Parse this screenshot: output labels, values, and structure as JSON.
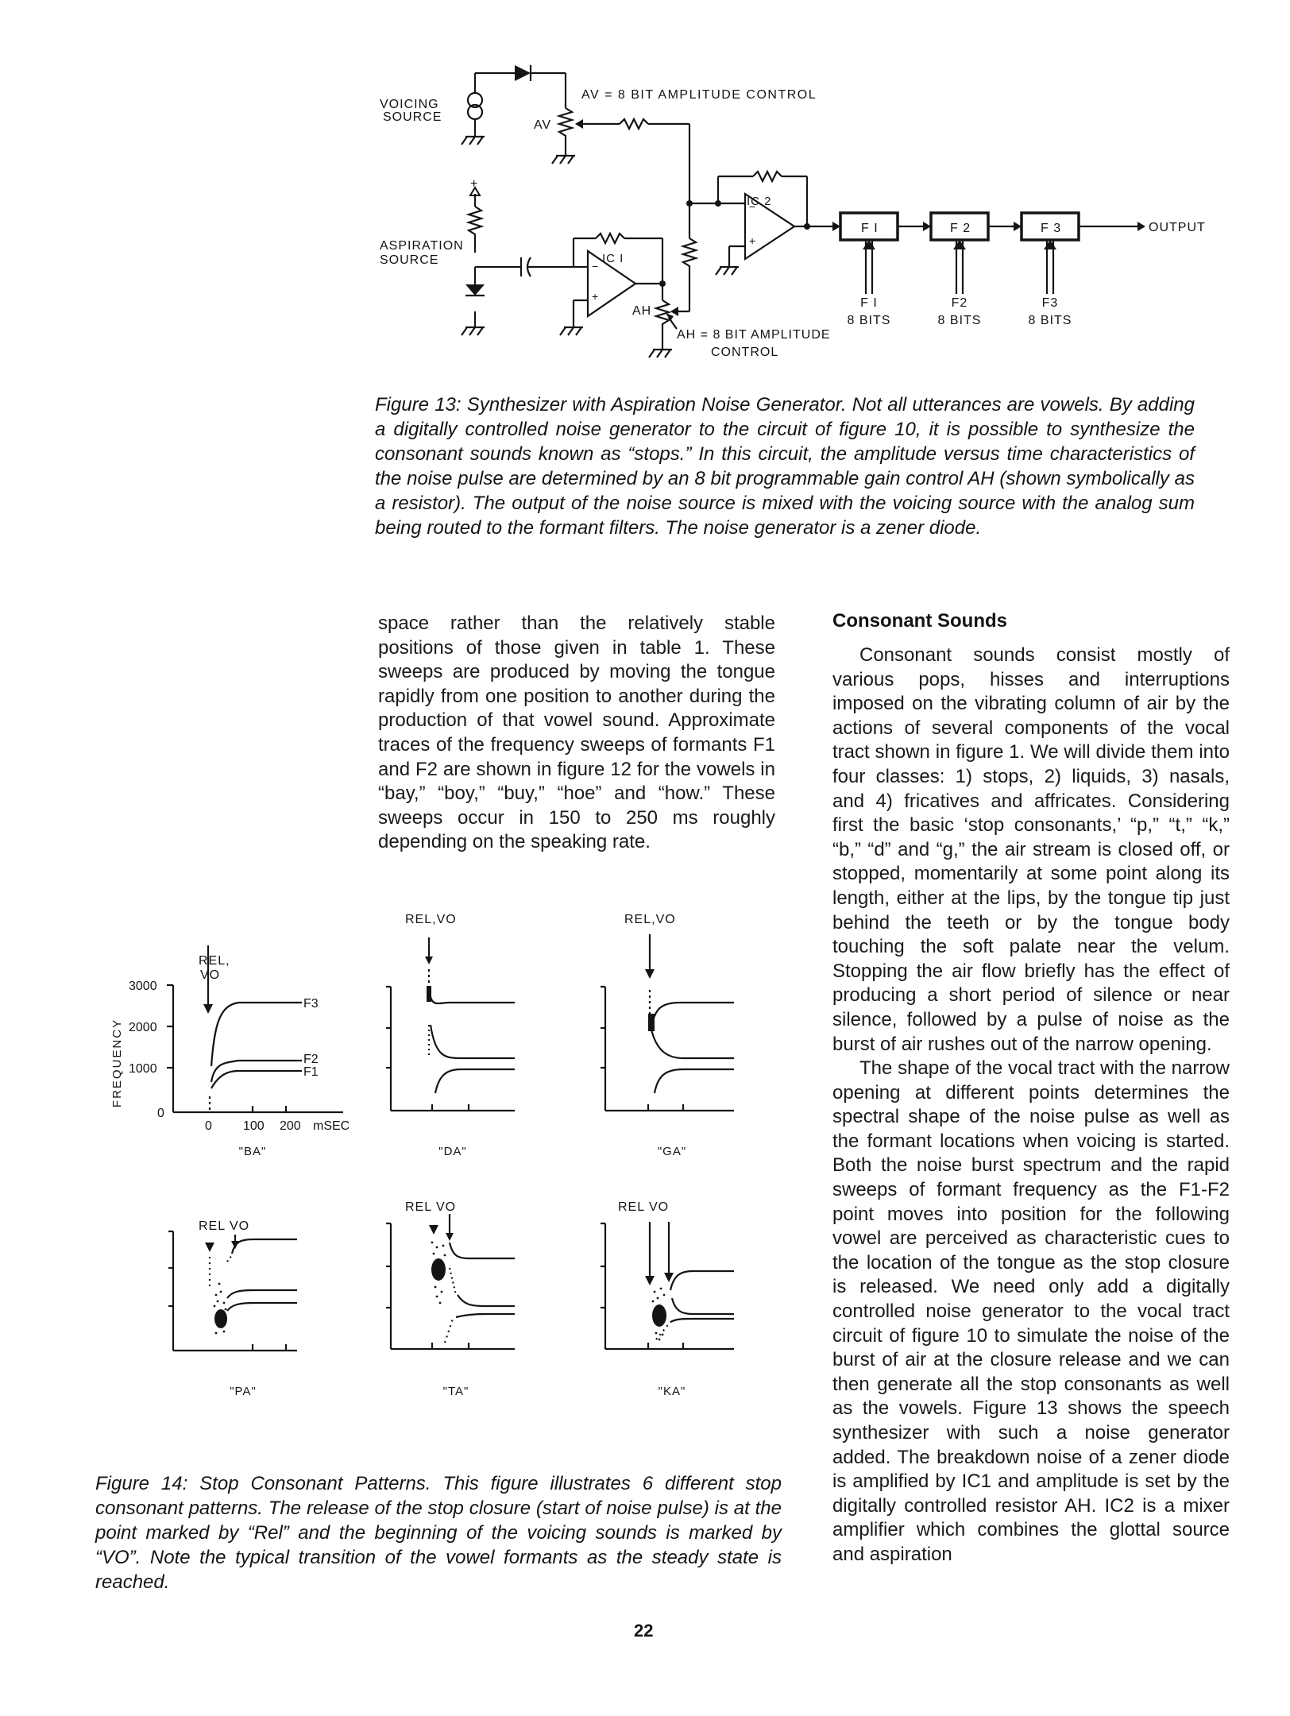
{
  "fig13": {
    "labels": {
      "voicing_source": [
        "VOICING",
        "SOURCE"
      ],
      "av": "AV",
      "av_control": "AV = 8 BIT AMPLITUDE CONTROL",
      "aspiration_source": [
        "ASPIRATION",
        "SOURCE"
      ],
      "plus": "+",
      "ic1": "IC I",
      "ic2": "IC 2",
      "ah": "AH",
      "ah_control": [
        "AH = 8 BIT AMPLITUDE",
        "CONTROL"
      ],
      "f1": "F I",
      "f2": "F 2",
      "f3": "F 3",
      "output": "OUTPUT",
      "f1_bits": [
        "F I",
        "8 BITS"
      ],
      "f2_bits": [
        "F2",
        "8 BITS"
      ],
      "f3_bits": [
        "F3",
        "8 BITS"
      ]
    },
    "caption": "Figure 13: Synthesizer with Aspiration Noise Generator. Not all utterances are vowels. By adding a digitally controlled noise generator to the circuit of figure 10, it is possible to synthesize the consonant sounds known as “stops.” In this circuit, the amplitude versus time characteristics of the noise pulse are determined by an 8 bit programmable gain control AH (shown symbolically as a resistor). The output of the noise source is mixed with the voicing source with the analog sum being routed to the formant filters. The noise generator is a zener diode."
  },
  "fig14": {
    "panels": [
      {
        "id": "ba",
        "label": "\"BA\"",
        "marker": [
          "REL,",
          "VO"
        ]
      },
      {
        "id": "da",
        "label": "\"DA\"",
        "marker": [
          "REL,VO"
        ]
      },
      {
        "id": "ga",
        "label": "\"GA\"",
        "marker": [
          "REL,VO"
        ]
      },
      {
        "id": "pa",
        "label": "\"PA\"",
        "marker": [
          "REL VO"
        ]
      },
      {
        "id": "ta",
        "label": "\"TA\"",
        "marker": [
          "REL VO"
        ]
      },
      {
        "id": "ka",
        "label": "\"KA\"",
        "marker": [
          "REL VO"
        ]
      }
    ],
    "yaxis_label": "FREQUENCY",
    "yticks": [
      "3000",
      "2000",
      "1000",
      "0"
    ],
    "xticks": [
      "0",
      "100",
      "200"
    ],
    "xunit": "mSEC",
    "curve_labels": [
      "F3",
      "F2",
      "F1"
    ],
    "caption": "Figure 14: Stop Consonant Patterns. This figure illustrates 6 different stop consonant patterns. The release of the stop closure (start of noise pulse) is at the point marked by “Rel” and the beginning of the voicing sounds is marked by “VO”. Note the typical transition of the vowel formants as the steady state is reached."
  },
  "col1_text": "space rather than the relatively stable positions of those given in table 1. These sweeps are produced by moving the tongue rapidly from one position to another during the production of that vowel sound. Approximate traces of the frequency sweeps of formants F1 and F2 are shown in figure 12 for the vowels in “bay,” “boy,” “buy,” “hoe” and “how.” These sweeps occur in 150 to 250 ms roughly depending on the speaking rate.",
  "col2": {
    "heading": "Consonant Sounds",
    "para1": "Consonant sounds consist mostly of various pops, hisses and interruptions imposed on the vibrating column of air by the actions of several components of the vocal tract shown in figure 1. We will divide them into four classes: 1) stops, 2) liquids, 3) nasals, and 4) fricatives and affricates. Considering first the basic ‘stop consonants,’ “p,” “t,” “k,” “b,” “d” and “g,” the air stream is closed off, or stopped, momentarily at some point along its length, either at the lips, by the tongue tip just behind the teeth or by the tongue body touching the soft palate near the velum. Stopping the air flow briefly has the effect of producing a short period of silence or near silence, followed by a pulse of noise as the burst of air rushes out of the narrow opening.",
    "para2": "The shape of the vocal tract with the narrow opening at different points determines the spectral shape of the noise pulse as well as the formant locations when voicing is started. Both the noise burst spectrum and the rapid sweeps of formant frequency as the F1-F2 point moves into position for the following vowel are perceived as characteristic cues to the location of the tongue as the stop closure is released. We need only add a digitally controlled noise generator to the vocal tract circuit of figure 10 to simulate the noise of the burst of air at the closure release and we can then generate all the stop consonants as well as the vowels. Figure 13 shows the speech synthesizer with such a noise generator added. The breakdown noise of a zener diode is amplified by IC1 and amplitude is set by the digitally controlled resistor AH. IC2 is a mixer amplifier which combines the glottal source and aspiration"
  },
  "page_number": "22"
}
